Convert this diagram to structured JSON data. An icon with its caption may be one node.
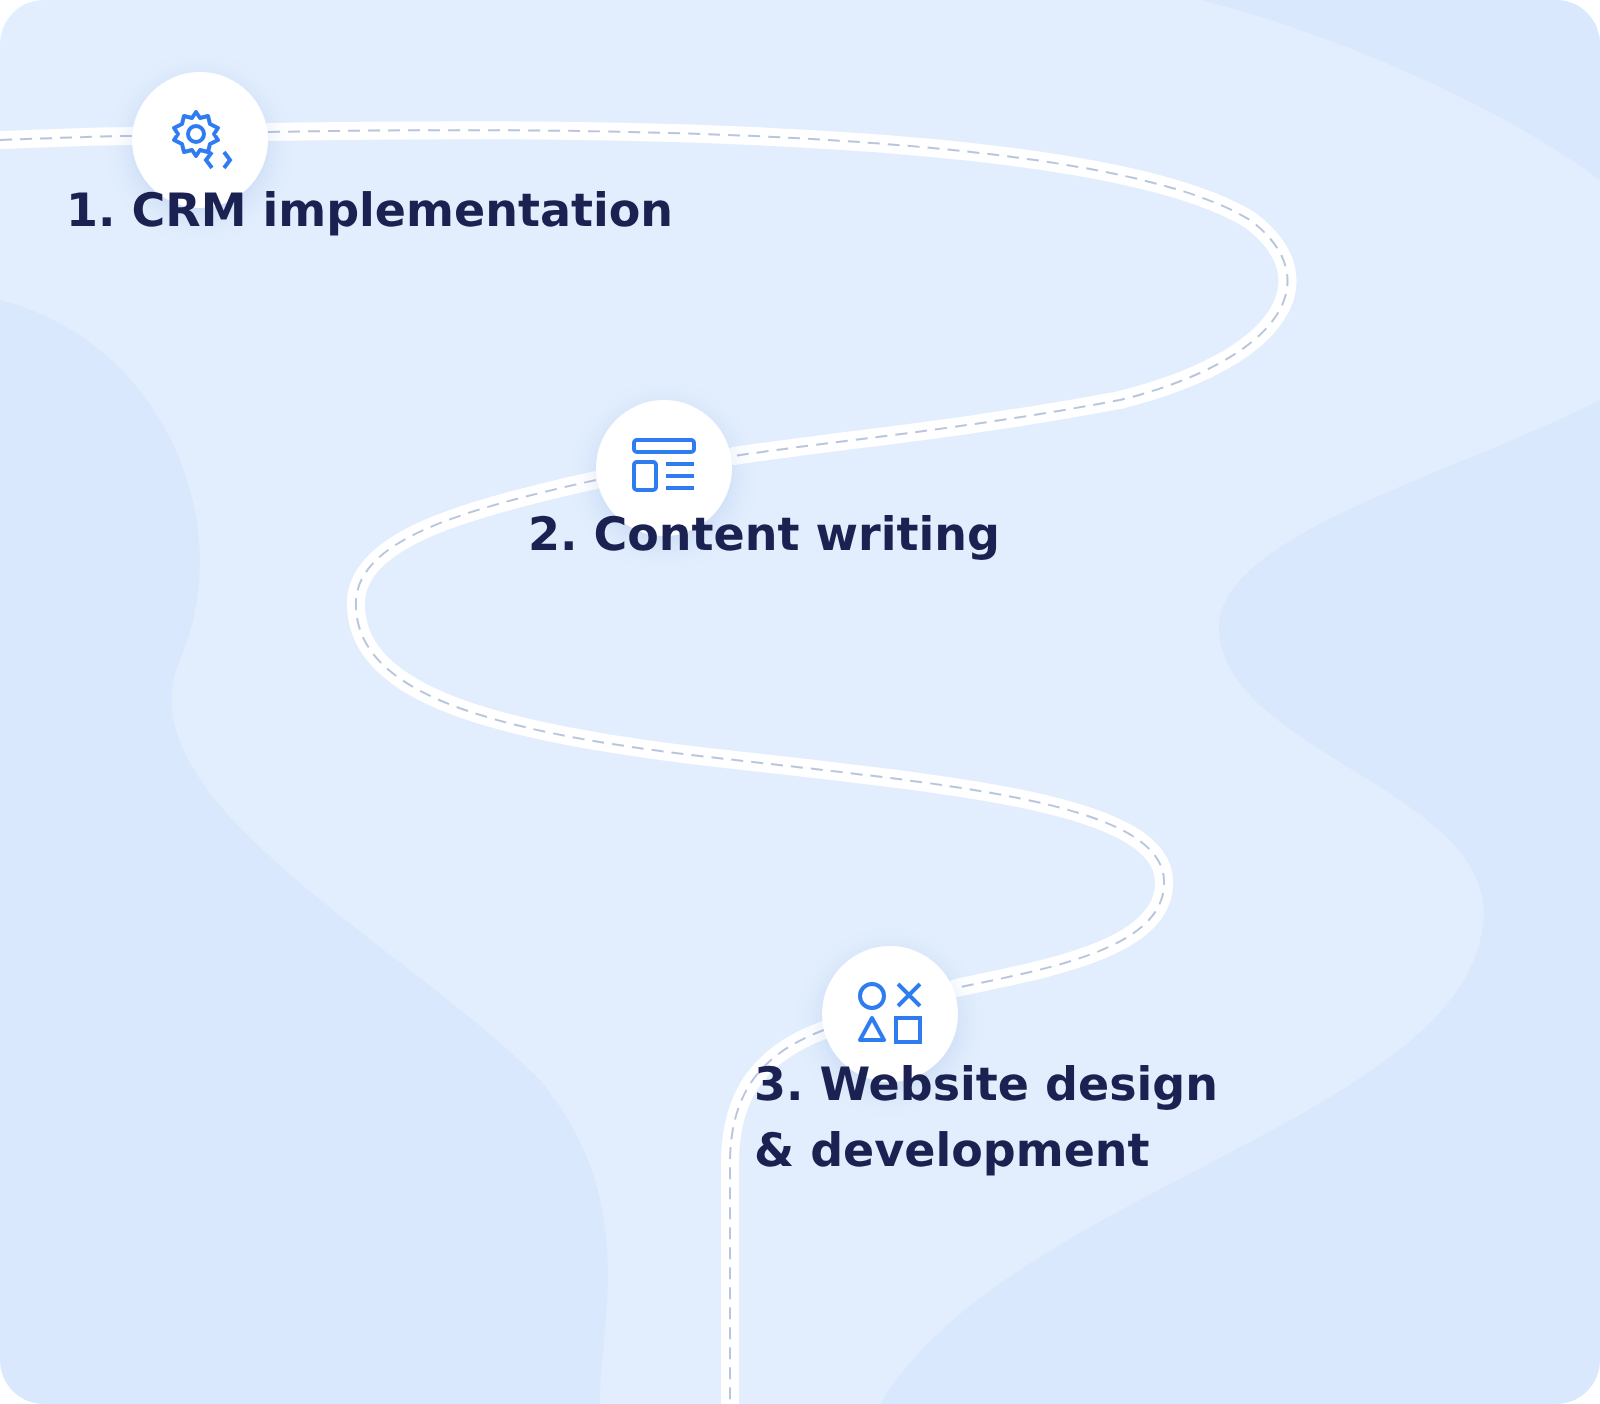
{
  "diagram": {
    "nodes": [
      {
        "text": [
          "1. CRM implementation"
        ]
      },
      {
        "text": [
          "2. Content writing"
        ]
      },
      {
        "text": [
          "3. Website design & development"
        ]
      }
    ],
    "edges": [
      {
        "from": null,
        "to": 0,
        "arrow": "none"
      },
      {
        "from": 0,
        "to": 1,
        "arrow": "none"
      },
      {
        "from": 1,
        "to": 2,
        "arrow": "none"
      },
      {
        "from": 2,
        "to": null,
        "arrow": "none"
      }
    ]
  }
}
